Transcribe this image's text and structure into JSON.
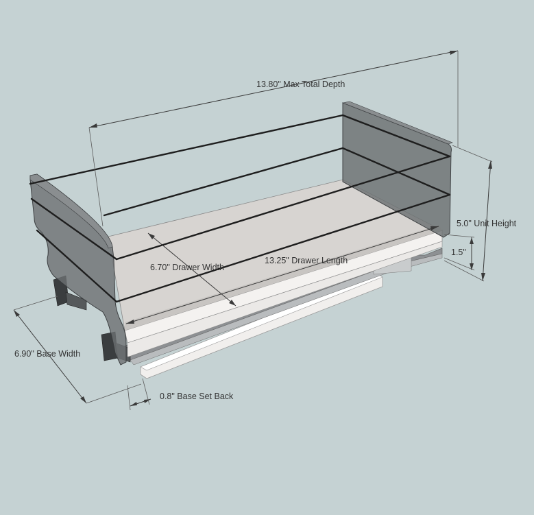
{
  "diagram": {
    "labels": {
      "max_total_depth": "13.80\" Max Total Depth",
      "unit_height": "5.0\" Unit Height",
      "base_height": "1.5\"",
      "drawer_width": "6.70\" Drawer Width",
      "drawer_length": "13.25\" Drawer Length",
      "base_width": "6.90\" Base Width",
      "base_set_back": "0.8\" Base Set Back"
    },
    "colors": {
      "background": "#c5d2d3",
      "side_panel": "#6d7173",
      "drawer_floor": "#d7d4d1",
      "white_board": "#f2f0ee",
      "rail": "#1e1e1e"
    }
  }
}
